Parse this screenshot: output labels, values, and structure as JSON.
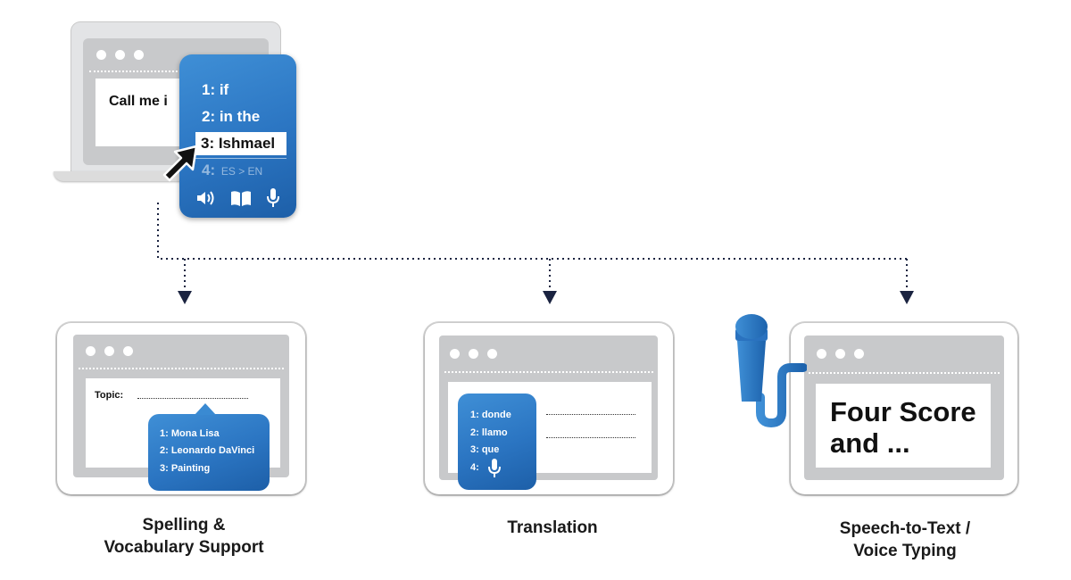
{
  "top_toolbar": {
    "document_text": "Call me i",
    "predictions": [
      {
        "label": "1: if"
      },
      {
        "label": "2: in the"
      },
      {
        "label": "3: Ishmael"
      },
      {
        "num": "4:",
        "lang": "ES > EN"
      }
    ],
    "icons": [
      "speaker-icon",
      "book-icon",
      "microphone-icon"
    ]
  },
  "panels": {
    "spelling": {
      "field_label": "Topic:",
      "suggestions": [
        "1: Mona Lisa",
        "2: Leonardo DaVinci",
        "3: Painting"
      ],
      "caption_line1": "Spelling &",
      "caption_line2": "Vocabulary Support"
    },
    "translation": {
      "suggestions": [
        "1: donde",
        "2: llamo",
        "3: que"
      ],
      "fourth_num": "4:",
      "caption_line1": "Translation"
    },
    "speech": {
      "text_line1": "Four Score",
      "text_line2": "and ...",
      "caption_line1": "Speech-to-Text /",
      "caption_line2": "Voice Typing"
    }
  },
  "colors": {
    "accent_blue": "#2b75c2",
    "window_gray": "#c8c9cb",
    "connector": "#1a2340"
  }
}
